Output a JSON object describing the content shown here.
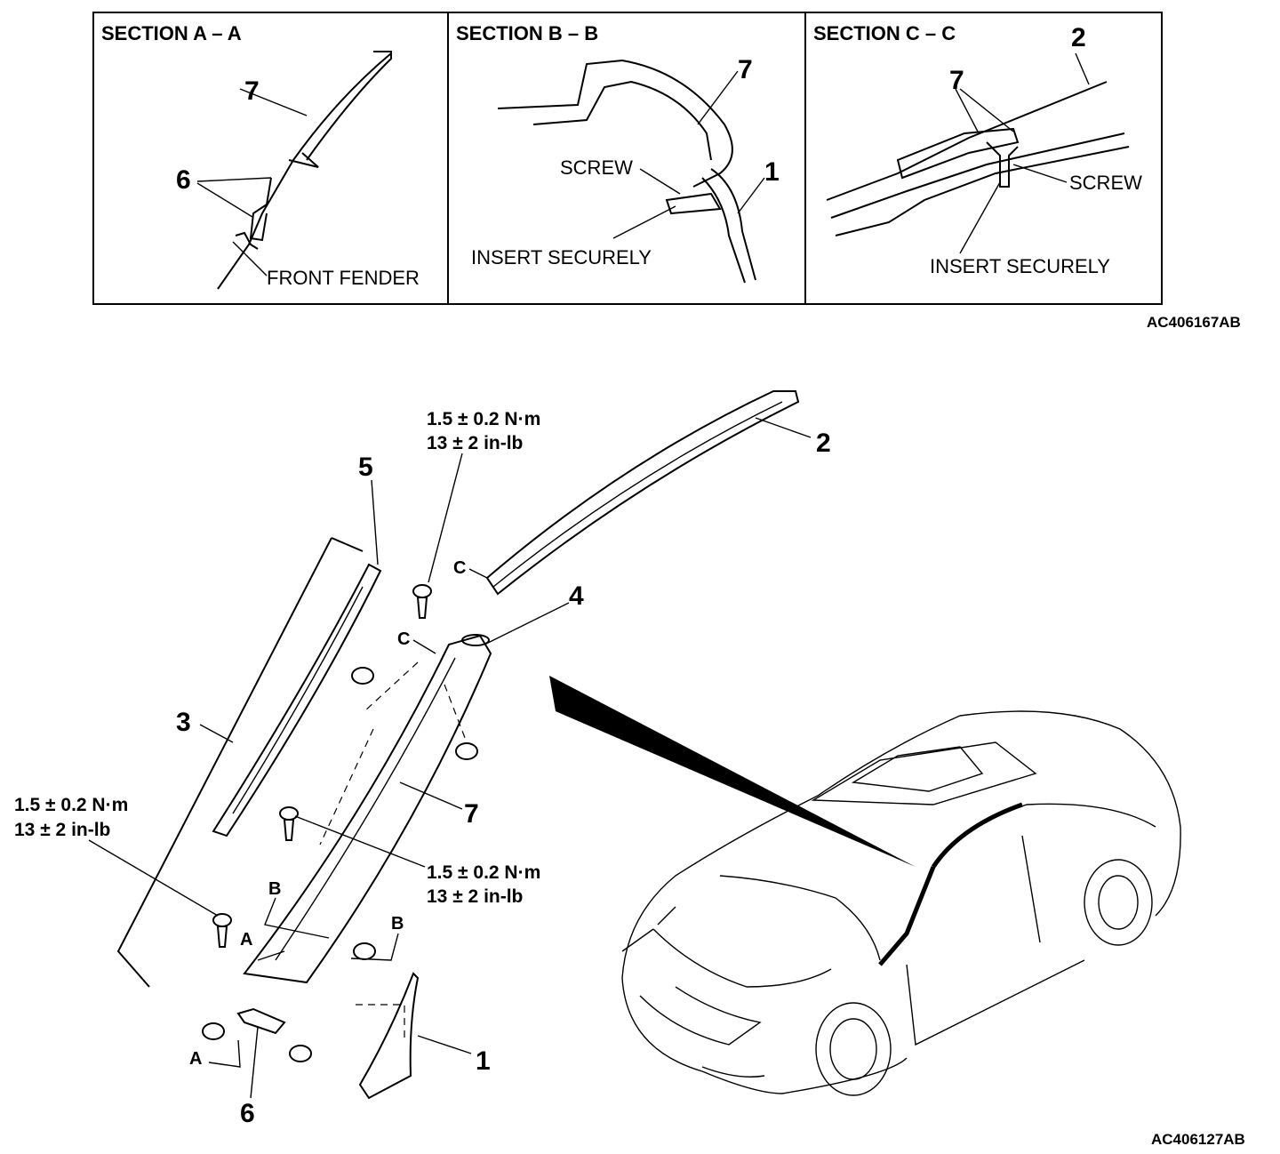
{
  "sections": {
    "a": {
      "title": "SECTION A – A",
      "part7": "7",
      "part6": "6",
      "fender": "FRONT FENDER"
    },
    "b": {
      "title": "SECTION B – B",
      "part7": "7",
      "part1": "1",
      "screw": "SCREW",
      "insert": "INSERT SECURELY"
    },
    "c": {
      "title": "SECTION C – C",
      "part2": "2",
      "part7": "7",
      "screw": "SCREW",
      "insert": "INSERT SECURELY"
    }
  },
  "top_code": "AC406167AB",
  "bottom_code": "AC406127AB",
  "torque": {
    "nm": "1.5 ± 0.2 N·m",
    "inlb": "13 ± 2 in-lb"
  },
  "callouts": {
    "p1": "1",
    "p2": "2",
    "p3": "3",
    "p4": "4",
    "p5": "5",
    "p6": "6",
    "p7": "7"
  },
  "view_markers": {
    "a": "A",
    "b": "B",
    "c": "C"
  }
}
